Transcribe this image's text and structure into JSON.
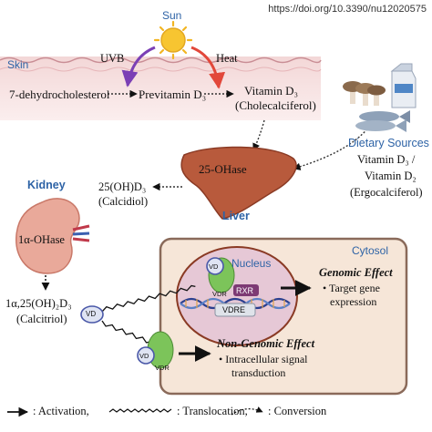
{
  "doi": "https://doi.org/10.3390/nu12020575",
  "sun": "Sun",
  "skin": "Skin",
  "uvb": "UVB",
  "heat": "Heat",
  "dehydro": "7-dehydrocholesterol",
  "previtamin": "Previtamin D₃",
  "vitamin_d3": "Vitamin D₃",
  "cholecalciferol": "(Cholecalciferol)",
  "dietary": {
    "title": "Dietary Sources",
    "line1": "Vitamin D₃ /",
    "line2": "Vitamin D₂",
    "line3": "(Ergocalciferol)"
  },
  "liver": {
    "enzyme": "25-OHase",
    "label": "Liver"
  },
  "calcidiol": {
    "name": "25(OH)D₃",
    "alias": "(Calcidiol)"
  },
  "kidney": {
    "label": "Kidney",
    "enzyme": "1α-OHase"
  },
  "calcitriol": {
    "name": "1α,25(OH)₂D₃",
    "alias": "(Calcitriol)"
  },
  "cytosol": "Cytosol",
  "nucleus": "Nucleus",
  "vd": "VD",
  "vdr": "VDR",
  "rxr": "RXR",
  "vdre": "VDRE",
  "genomic": {
    "title": "Genomic Effect",
    "bullet1": "• Target gene",
    "bullet2": "expression"
  },
  "nongenomic": {
    "title": "Non-Genomic Effect",
    "bullet1": "• Intracellular signal",
    "bullet2": "transduction"
  },
  "legend": {
    "activation": ": Activation,",
    "translocation": ": Translocation,",
    "conversion": ": Conversion"
  },
  "colors": {
    "accent_blue": "#2e63a6",
    "uvb_arrow": "#7b3fb5",
    "heat_arrow": "#e2473a",
    "sun": "#f7c531",
    "liver": "#b85a3c",
    "kidney": "#e9a99a",
    "cell": "#f6e6d8",
    "nucleus": "#e6c8d6",
    "vd": "#4a58a8",
    "vdr": "#7cc45a",
    "rxr": "#7d3a74",
    "vdre": "#dfe3ea"
  }
}
